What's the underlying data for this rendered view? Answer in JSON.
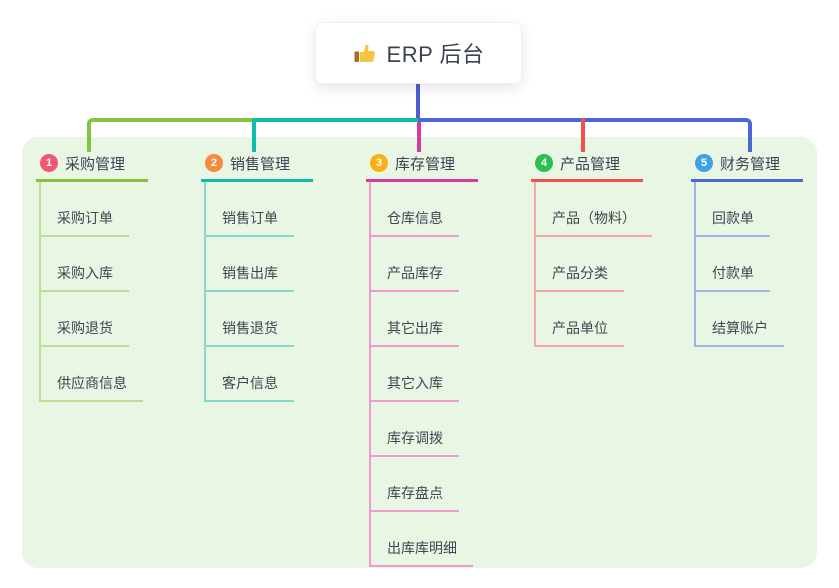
{
  "root": {
    "label": "ERP 后台",
    "icon": "thumbs-up-icon"
  },
  "canvas": {
    "background": "#ffffff",
    "panel_background": "#e9f6e4"
  },
  "connector": {
    "root_stem_color": "#4d5ecf"
  },
  "branches": [
    {
      "number": "1",
      "label": "采购管理",
      "badge_color": "#f25672",
      "line_color": "#82c440",
      "child_line_color": "#bcde96",
      "children": [
        "采购订单",
        "采购入库",
        "采购退货",
        "供应商信息"
      ]
    },
    {
      "number": "2",
      "label": "销售管理",
      "badge_color": "#f78a3d",
      "line_color": "#10bcab",
      "child_line_color": "#86d8cd",
      "children": [
        "销售订单",
        "销售出库",
        "销售退货",
        "客户信息"
      ]
    },
    {
      "number": "3",
      "label": "库存管理",
      "badge_color": "#f9b115",
      "line_color": "#d43ba6",
      "child_line_color": "#f09ace",
      "children": [
        "仓库信息",
        "产品库存",
        "其它出库",
        "其它入库",
        "库存调拨",
        "库存盘点",
        "出库库明细"
      ]
    },
    {
      "number": "4",
      "label": "产品管理",
      "badge_color": "#2ebe52",
      "line_color": "#f0514f",
      "child_line_color": "#f7a7a5",
      "children": [
        "产品（物料）",
        "产品分类",
        "产品单位"
      ]
    },
    {
      "number": "5",
      "label": "财务管理",
      "badge_color": "#3fa2e8",
      "line_color": "#4a67d5",
      "child_line_color": "#a2b4e8",
      "children": [
        "回款单",
        "付款单",
        "结算账户"
      ]
    }
  ]
}
